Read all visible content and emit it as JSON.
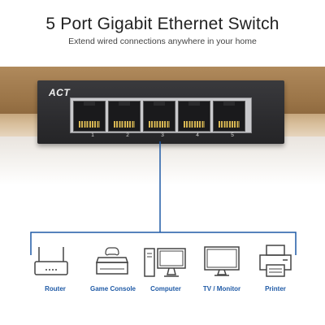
{
  "header": {
    "title": "5 Port Gigabit Ethernet Switch",
    "subtitle": "Extend wired connections anywhere in your home"
  },
  "switch": {
    "brand": "ACT",
    "ports": [
      "1",
      "2",
      "3",
      "4",
      "5"
    ]
  },
  "devices": [
    {
      "label": "Router",
      "icon": "router-icon"
    },
    {
      "label": "Game Console",
      "icon": "game-console-icon"
    },
    {
      "label": "Computer",
      "icon": "computer-icon"
    },
    {
      "label": "TV / Monitor",
      "icon": "tv-monitor-icon"
    },
    {
      "label": "Printer",
      "icon": "printer-icon"
    }
  ],
  "colors": {
    "accent": "#1f5aa6",
    "switch_body": "#2c2c2f",
    "wood": "#a57f52"
  }
}
